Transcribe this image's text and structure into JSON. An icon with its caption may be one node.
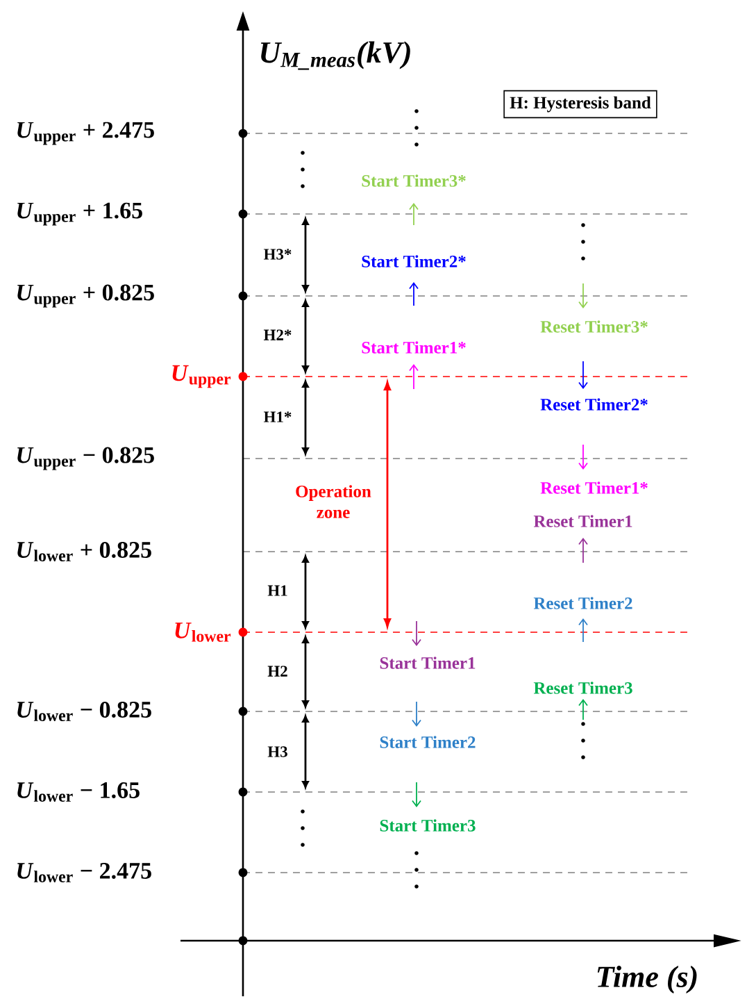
{
  "diagram": {
    "nodes": [
      {
        "text": [
          "H: Hysteresis band"
        ]
      }
    ],
    "labels": [
      "*U*$_{M_meas}$(*kV*)",
      "*U*$_{upper}$ + 2.475",
      "*U*$_{upper}$ + 1.65",
      "*U*$_{upper}$ + 0.825",
      "*U*$_{upper}$",
      "*U*$_{upper}$ − 0.825",
      "*U*$_{lower}$ + 0.825",
      "*U*$_{lower}$",
      "*U*$_{lower}$ − 0.825",
      "*U*$_{lower}$ − 1.65",
      "*U*$_{lower}$ − 2.475",
      "Start Timer3*",
      "Start Timer2*",
      "Start Timer1*",
      "Reset Timer3*",
      "Reset Timer2*",
      "Reset Timer1*",
      "Reset Timer1",
      "Reset Timer2",
      "Reset Timer3",
      "Start Timer1",
      "Start Timer2",
      "Start Timer3",
      "H3*",
      "H2*",
      "H1*",
      "H1",
      "H2",
      "H3",
      "Operation zone",
      "Time (s)"
    ]
  }
}
